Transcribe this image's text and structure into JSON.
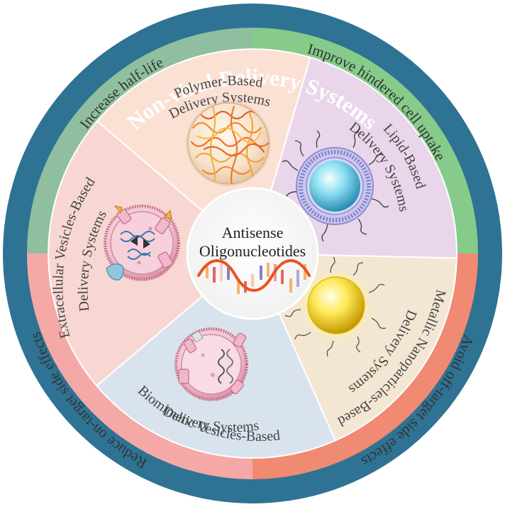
{
  "title": "Non-viral Delivery Systems",
  "center": {
    "line1": "Antisense",
    "line2": "Oligonucleotides"
  },
  "benefits": {
    "top_left": "Increase half-life",
    "top_right": "Improve hindered cell uptake",
    "bottom_right": "Avoid off-target side effects",
    "bottom_left": "Reduce on-target side effects"
  },
  "systems": {
    "polymer": {
      "line1": "Polymer-Based",
      "line2": "Delivery Systems"
    },
    "lipid": {
      "line1": "Lipid-Based",
      "line2": "Delivery Systems"
    },
    "metallic": {
      "line1": "Metallic Nanoparticles-Based",
      "line2": "Delivery Systems"
    },
    "biomimetic": {
      "line1": "Biomimetic Vesicles-Based",
      "line2": "Delivery Systems"
    },
    "extracellular": {
      "line1": "Extracellular Vesicles-Based",
      "line2": "Delivery Systems"
    }
  },
  "colors": {
    "outer_ring": "#2e7393",
    "outer_ring_dark": "#1f5a76",
    "quad_top_left": "#8fbf9f",
    "quad_top_right": "#86cb8a",
    "quad_bottom_right": "#f08a73",
    "quad_bottom_left": "#f4a9a6",
    "sector_polymer": "#fbe1d4",
    "sector_lipid": "#e9d6ea",
    "sector_metallic": "#f3e6d3",
    "sector_biomimetic": "#d9e3ee",
    "sector_extracellular": "#f8d7d2",
    "text": "#333333"
  }
}
